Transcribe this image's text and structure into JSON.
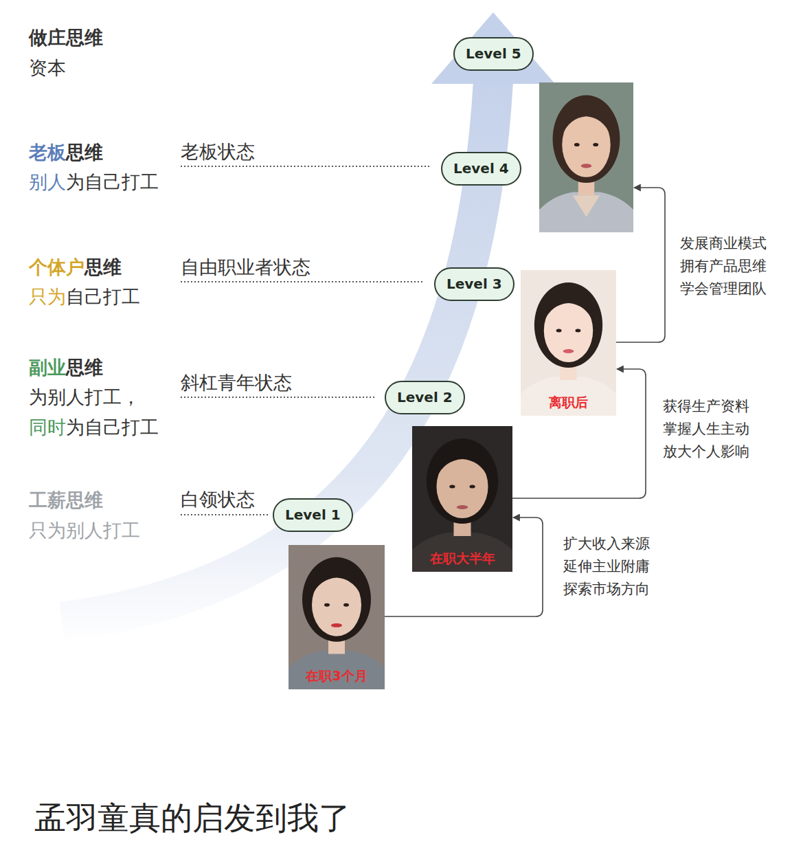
{
  "diagram": {
    "caption": "孟羽童真的启发到我了",
    "nodes": [
      {
        "text": [
          "Level 5"
        ]
      },
      {
        "text": [
          "Level 4"
        ]
      },
      {
        "text": [
          "Level 3"
        ]
      },
      {
        "text": [
          "Level 2"
        ]
      },
      {
        "text": [
          "Level 1"
        ]
      },
      {
        "text": []
      },
      {
        "text": [
          "离职后"
        ]
      },
      {
        "text": [
          "在职大半年"
        ]
      },
      {
        "text": [
          "在职3个月"
        ]
      }
    ],
    "edges": [
      {
        "from": 8,
        "to": 7,
        "arrow": "to",
        "label": "扩大收入来源 延伸主业附庸 探索市场方向"
      },
      {
        "from": 7,
        "to": 6,
        "arrow": "to",
        "label": "获得生产资料 掌握人生主动 放大个人影响"
      },
      {
        "from": 6,
        "to": 5,
        "arrow": "to",
        "label": "发展商业模式 拥有产品思维 学会管理团队"
      }
    ],
    "labels": [
      "做庄思维",
      "资本",
      "老板",
      "思维",
      "老板状态",
      "别人",
      "为自己打工",
      "个体户",
      "思维",
      "自由职业者状态",
      "只为",
      "自己打工",
      "副业",
      "思维",
      "斜杠青年状态",
      "为别人打工，",
      "同时",
      "为自己打工",
      "工薪思维",
      "白领状态",
      "只为别人打工"
    ]
  }
}
